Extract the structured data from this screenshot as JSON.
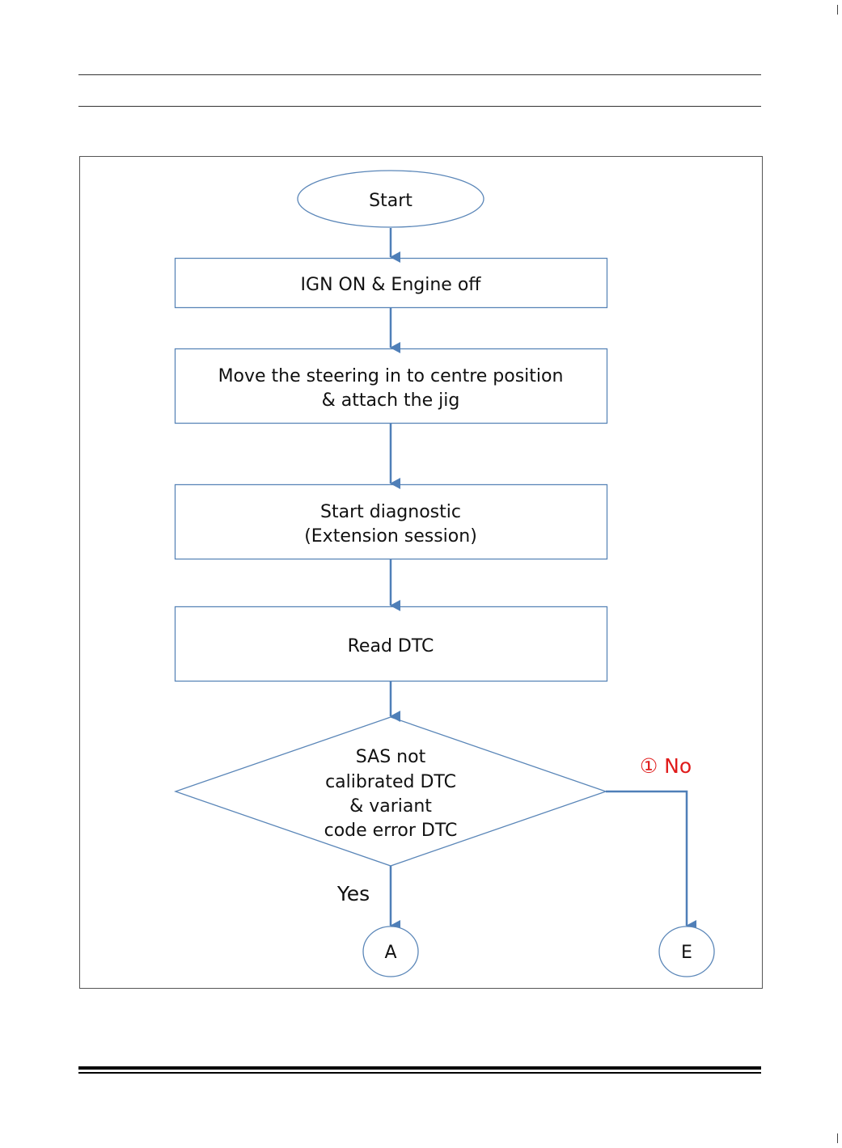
{
  "colors": {
    "shape_stroke": "#5a86b8",
    "arrow": "#4f7fb8",
    "no_label": "#e01b1b",
    "frame": "#555555"
  },
  "flowchart": {
    "start": "Start",
    "step1": "IGN ON & Engine off",
    "step2": {
      "line1": "Move the steering in to centre position",
      "line2": "& attach the jig"
    },
    "step3": {
      "line1": "Start diagnostic",
      "line2": "(Extension session)"
    },
    "step4": "Read DTC",
    "decision": {
      "line1": "SAS not",
      "line2": "calibrated DTC",
      "line3": "& variant",
      "line4": "code error DTC"
    },
    "yes_label": "Yes",
    "no_label": "① No",
    "connector_a": "A",
    "connector_e": "E"
  }
}
